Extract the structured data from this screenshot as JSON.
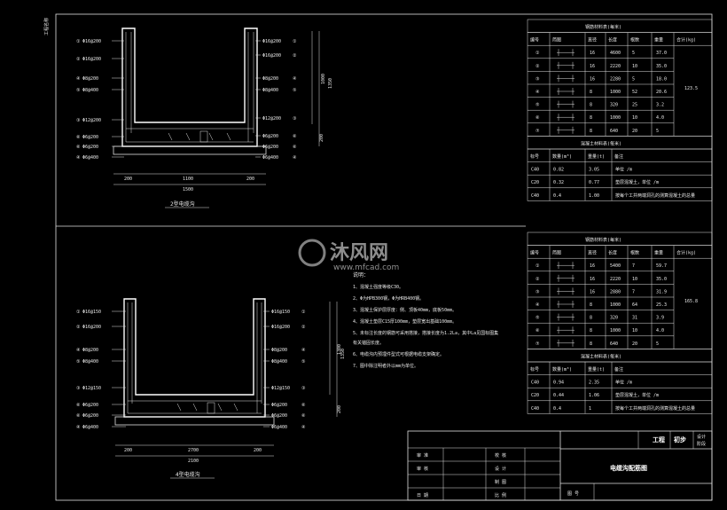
{
  "drawing": {
    "side_stamp": "工程名称",
    "section2_caption": "2型电缆沟",
    "section4_caption": "4型电缆沟",
    "section2_left_labels": [
      "Φ16@200",
      "Φ16@200",
      "Φ8@200",
      "Φ8@400",
      "Φ12@200",
      "Φ6@200",
      "Φ6@200",
      "Φ6@400"
    ],
    "section2_right_labels": [
      "Φ16@200",
      "Φ16@200",
      "Φ8@200",
      "Φ8@400",
      "Φ12@200",
      "Φ6@200",
      "Φ6@200",
      "Φ6@400"
    ],
    "section4_left_labels": [
      "Φ16@150",
      "Φ16@200",
      "Φ8@200",
      "Φ8@400",
      "Φ12@150",
      "Φ6@200",
      "Φ6@200",
      "Φ6@400"
    ],
    "section4_right_labels": [
      "Φ16@150",
      "Φ16@200",
      "Φ8@200",
      "Φ8@400",
      "Φ12@150",
      "Φ6@200",
      "Φ6@200",
      "Φ6@400"
    ],
    "section2_dims": {
      "height_total": "1350",
      "height_upper": "1000",
      "height_lower": "200",
      "w_left": "200",
      "w_mid": "1100",
      "w_right": "200",
      "w_total": "1500"
    },
    "section4_dims": {
      "height_total": "1350",
      "height_upper": "1300",
      "height_lower": "200",
      "w_left": "200",
      "w_mid": "2700",
      "w_right": "200",
      "w_total": "2100"
    }
  },
  "notes": {
    "title": "说明：",
    "lines": [
      "1、混凝土强度等级C30。",
      "2、Φ为HPB300钢，Φ为HRB400钢。",
      "3、混凝土保护层厚度：侧、顶板40mm，底板50mm。",
      "4、混凝土垫层C15厚100mm，垫层宽出基础100mm。",
      "5、未标注长度的钢筋可采用搭接，搭接长度为1.2La，其中La见国标图集",
      "   有关锚固长度。",
      "6、电缆沟内预埋件型式可根据电缆支架确定。",
      "7、图中除注明者外以mm为单位。"
    ]
  },
  "table_top": {
    "title": "钢筋材料表(每米)",
    "headers": [
      "编号",
      "简图",
      "直径",
      "长度",
      "根数",
      "重量",
      "合计(kg)"
    ],
    "rows": [
      [
        "①",
        "",
        "16",
        "4600",
        "5",
        "37.0"
      ],
      [
        "②",
        "",
        "16",
        "2220",
        "10",
        "35.0"
      ],
      [
        "③",
        "",
        "16",
        "2280",
        "5",
        "18.0"
      ],
      [
        "④",
        "",
        "8",
        "1000",
        "52",
        "20.6"
      ],
      [
        "⑤",
        "",
        "8",
        "320",
        "25",
        "3.2"
      ],
      [
        "⑥",
        "",
        "8",
        "1000",
        "10",
        "4.0"
      ],
      [
        "⑦",
        "",
        "8",
        "640",
        "20",
        "5"
      ]
    ],
    "total": "123.5",
    "concrete_title": "混凝土材料表(每米)",
    "concrete_headers": [
      "标号",
      "数量(m³)",
      "重量(t)",
      "备注"
    ],
    "concrete_rows": [
      [
        "C40",
        "0.82",
        "3.05",
        "单位 /m"
      ],
      [
        "C20",
        "0.32",
        "0.77",
        "垫层混凝土，单位 /m"
      ],
      [
        "C40",
        "0.4",
        "1.00",
        "按每个工井两端洞孔的测算混凝土的总量"
      ]
    ]
  },
  "table_bottom": {
    "title": "钢筋材料表(每米)",
    "headers": [
      "编号",
      "简图",
      "直径",
      "长度",
      "根数",
      "重量",
      "合计(kg)"
    ],
    "rows": [
      [
        "①",
        "",
        "16",
        "5400",
        "7",
        "59.7"
      ],
      [
        "②",
        "",
        "16",
        "2220",
        "10",
        "35.0"
      ],
      [
        "③",
        "",
        "16",
        "2880",
        "7",
        "31.9"
      ],
      [
        "④",
        "",
        "8",
        "1000",
        "64",
        "25.3"
      ],
      [
        "⑤",
        "",
        "8",
        "320",
        "31",
        "3.9"
      ],
      [
        "⑥",
        "",
        "8",
        "1000",
        "10",
        "4.0"
      ],
      [
        "⑦",
        "",
        "8",
        "640",
        "20",
        "5"
      ]
    ],
    "total": "165.8",
    "concrete_title": "混凝土材料表(每米)",
    "concrete_headers": [
      "标号",
      "数量(m³)",
      "重量(t)",
      "备注"
    ],
    "concrete_rows": [
      [
        "C40",
        "0.94",
        "2.35",
        "单位 /m"
      ],
      [
        "C20",
        "0.44",
        "1.06",
        "垫层混凝土，单位 /m"
      ],
      [
        "C40",
        "0.4",
        "1",
        "按每个工井两端洞孔的测算混凝土的总量"
      ]
    ]
  },
  "title_block": {
    "project": "工程",
    "stage": "初步",
    "stage2": "设计",
    "stage3": "阶段",
    "approve": "审 准",
    "review": "审 核",
    "check": "校 核",
    "design": "设 计",
    "draw": "制 图",
    "scale": "比 例",
    "date": "日 期",
    "drawing_name": "电缆沟配筋图",
    "drawing_no": "图 号"
  },
  "watermark": {
    "brand": "沐风网",
    "url": "www.mfcad.com"
  }
}
